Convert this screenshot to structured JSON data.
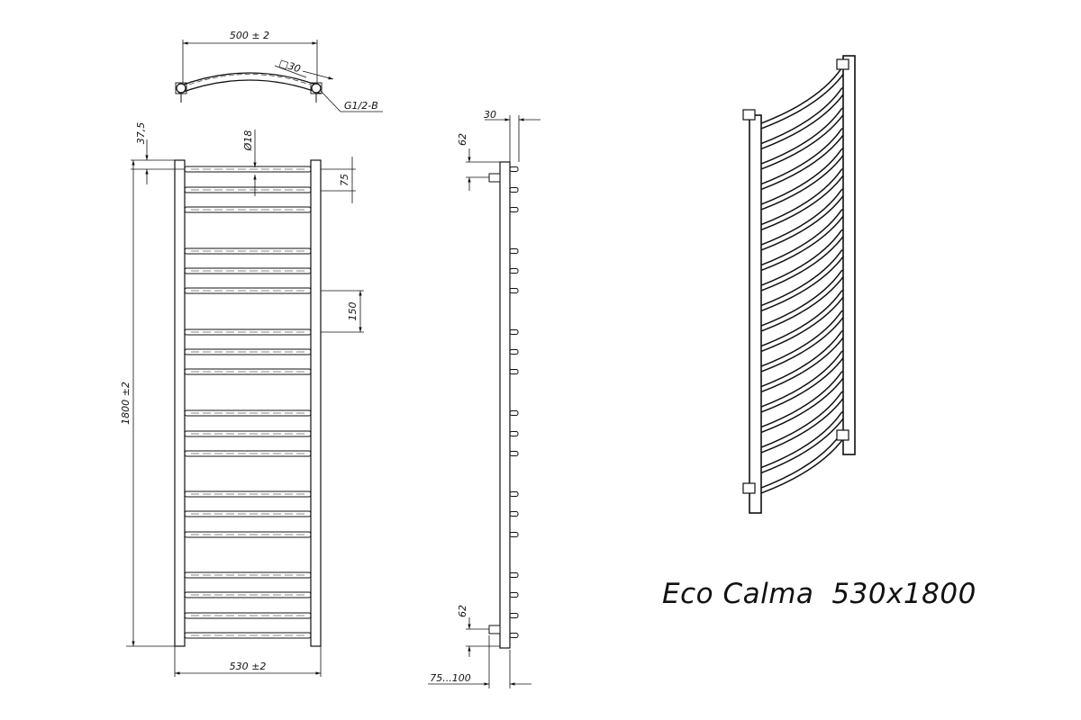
{
  "title": {
    "model": "Eco Calma",
    "size": "530x1800"
  },
  "dimensions": {
    "top_width": "500 ± 2",
    "profile": "□30",
    "thread": "G1/2-B",
    "top_offset": "37,5",
    "bar_diameter": "Ø18",
    "pitch_small": "75",
    "pitch_large": "150",
    "height": "1800 ±2",
    "width": "530 ±2",
    "depth": "30",
    "connection_top": "62",
    "connection_bottom": "62",
    "wall_distance": "75...100"
  },
  "colors": {
    "line": "#111111",
    "background": "#ffffff"
  }
}
